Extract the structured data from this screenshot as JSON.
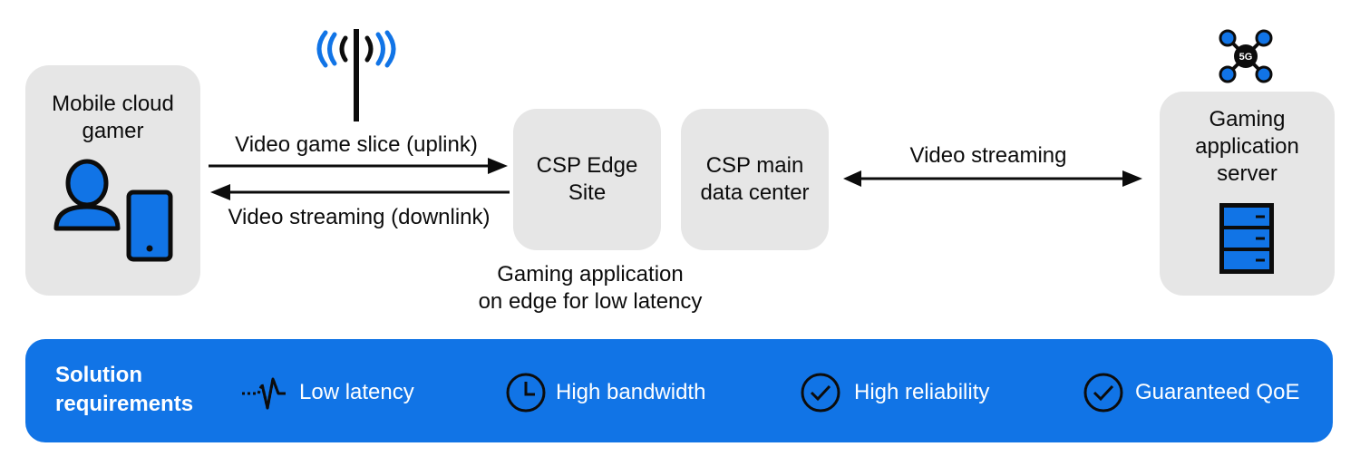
{
  "nodes": {
    "mobile_gamer": {
      "label": "Mobile cloud\ngamer"
    },
    "edge_site": {
      "label": "CSP Edge\nSite",
      "caption": "Gaming application\non edge for low latency"
    },
    "main_dc": {
      "label": "CSP main\ndata center"
    },
    "app_server": {
      "label": "Gaming\napplication\nserver"
    }
  },
  "links": {
    "uplink": "Video game slice (uplink)",
    "downlink": "Video streaming (downlink)",
    "streaming": "Video streaming"
  },
  "badges": {
    "fiveg": "5G"
  },
  "requirements": {
    "title": "Solution\nrequirements",
    "items": [
      {
        "label": "Low latency",
        "icon": "latency-pulse-icon"
      },
      {
        "label": "High bandwidth",
        "icon": "clock-icon"
      },
      {
        "label": "High reliability",
        "icon": "check-circle-icon"
      },
      {
        "label": "Guaranteed QoE",
        "icon": "check-circle-icon"
      }
    ]
  },
  "colors": {
    "accent": "#1174e6",
    "box": "#e6e6e6",
    "ink": "#0c0c0c"
  }
}
